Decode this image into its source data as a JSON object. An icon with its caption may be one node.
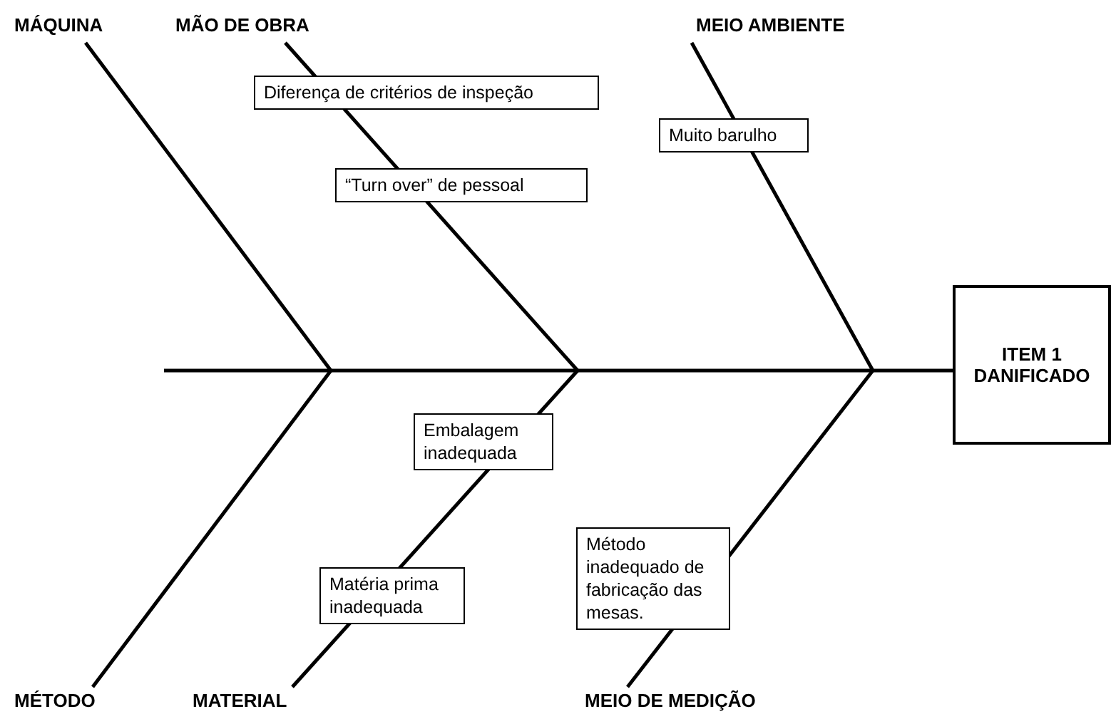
{
  "diagram": {
    "nodes": [
      {
        "text": [
          "MÁQUINA"
        ]
      },
      {
        "text": [
          "MÃO DE OBRA"
        ]
      },
      {
        "text": [
          "MEIO AMBIENTE"
        ]
      },
      {
        "text": [
          "Diferença de critérios de inspeção"
        ]
      },
      {
        "text": [
          "Muito barulho"
        ]
      },
      {
        "text": [
          "“Turn over” de pessoal"
        ]
      },
      {
        "text": [
          "ITEM 1 DANIFICADO"
        ]
      },
      {
        "text": [
          "Embalagem inadequada"
        ]
      },
      {
        "text": [
          "Método inadequado de fabricação das mesas."
        ]
      },
      {
        "text": [
          "Matéria prima inadequada"
        ]
      },
      {
        "text": [
          "MÉTODO"
        ]
      },
      {
        "text": [
          "MATERIAL"
        ]
      },
      {
        "text": [
          "MEIO DE MEDIÇÃO"
        ]
      }
    ],
    "edges": [
      {
        "from": null,
        "to": 6,
        "arrow": "none"
      },
      {
        "from": 0,
        "to": null,
        "arrow": "none"
      },
      {
        "from": 1,
        "to": null,
        "arrow": "none"
      },
      {
        "from": 2,
        "to": null,
        "arrow": "none"
      },
      {
        "from": 10,
        "to": null,
        "arrow": "none"
      },
      {
        "from": 11,
        "to": null,
        "arrow": "none"
      },
      {
        "from": 12,
        "to": null,
        "arrow": "none"
      }
    ]
  }
}
